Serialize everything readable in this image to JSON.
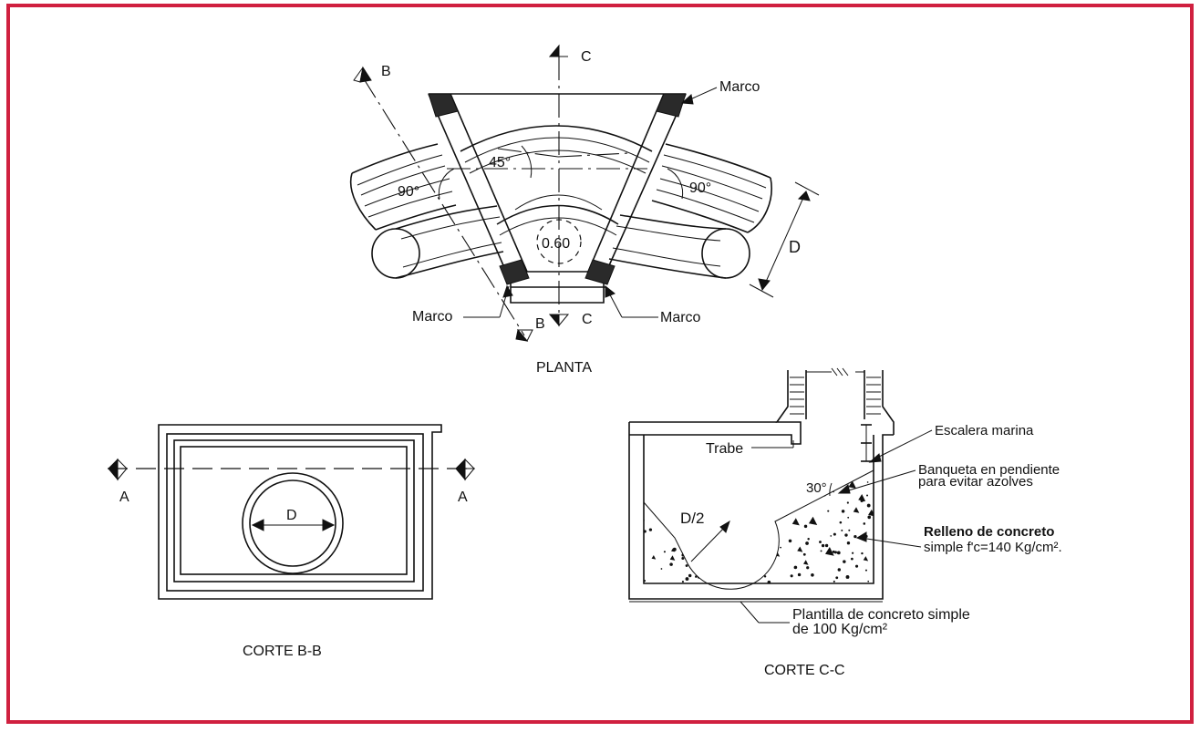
{
  "border_color": "#d0203f",
  "planta": {
    "title": "PLANTA",
    "section_c_top": "C",
    "section_c_bottom": "C",
    "section_b_top": "B",
    "section_b_bottom": "B",
    "marco_top_right": "Marco",
    "marco_bottom_left": "Marco",
    "marco_bottom_right": "Marco",
    "angle_center": "45°",
    "angle_left": "90°",
    "angle_right": "90°",
    "dimension_d": "D",
    "diameter_value": "0.60"
  },
  "corte_bb": {
    "title": "CORTE B-B",
    "section_a_left": "A",
    "section_a_right": "A",
    "dimension_d": "D"
  },
  "corte_cc": {
    "title": "CORTE C-C",
    "trabe": "Trabe",
    "escalera": "Escalera marina",
    "banqueta_line1": "Banqueta en pendiente",
    "banqueta_line2": "para evitar azolves",
    "angle": "30°",
    "radius": "D/2",
    "relleno_line1": "Relleno de concreto",
    "relleno_line2": "simple f'c=140 Kg/cm².",
    "plantilla_line1": "Plantilla de concreto simple",
    "plantilla_line2": "de 100 Kg/cm²"
  }
}
